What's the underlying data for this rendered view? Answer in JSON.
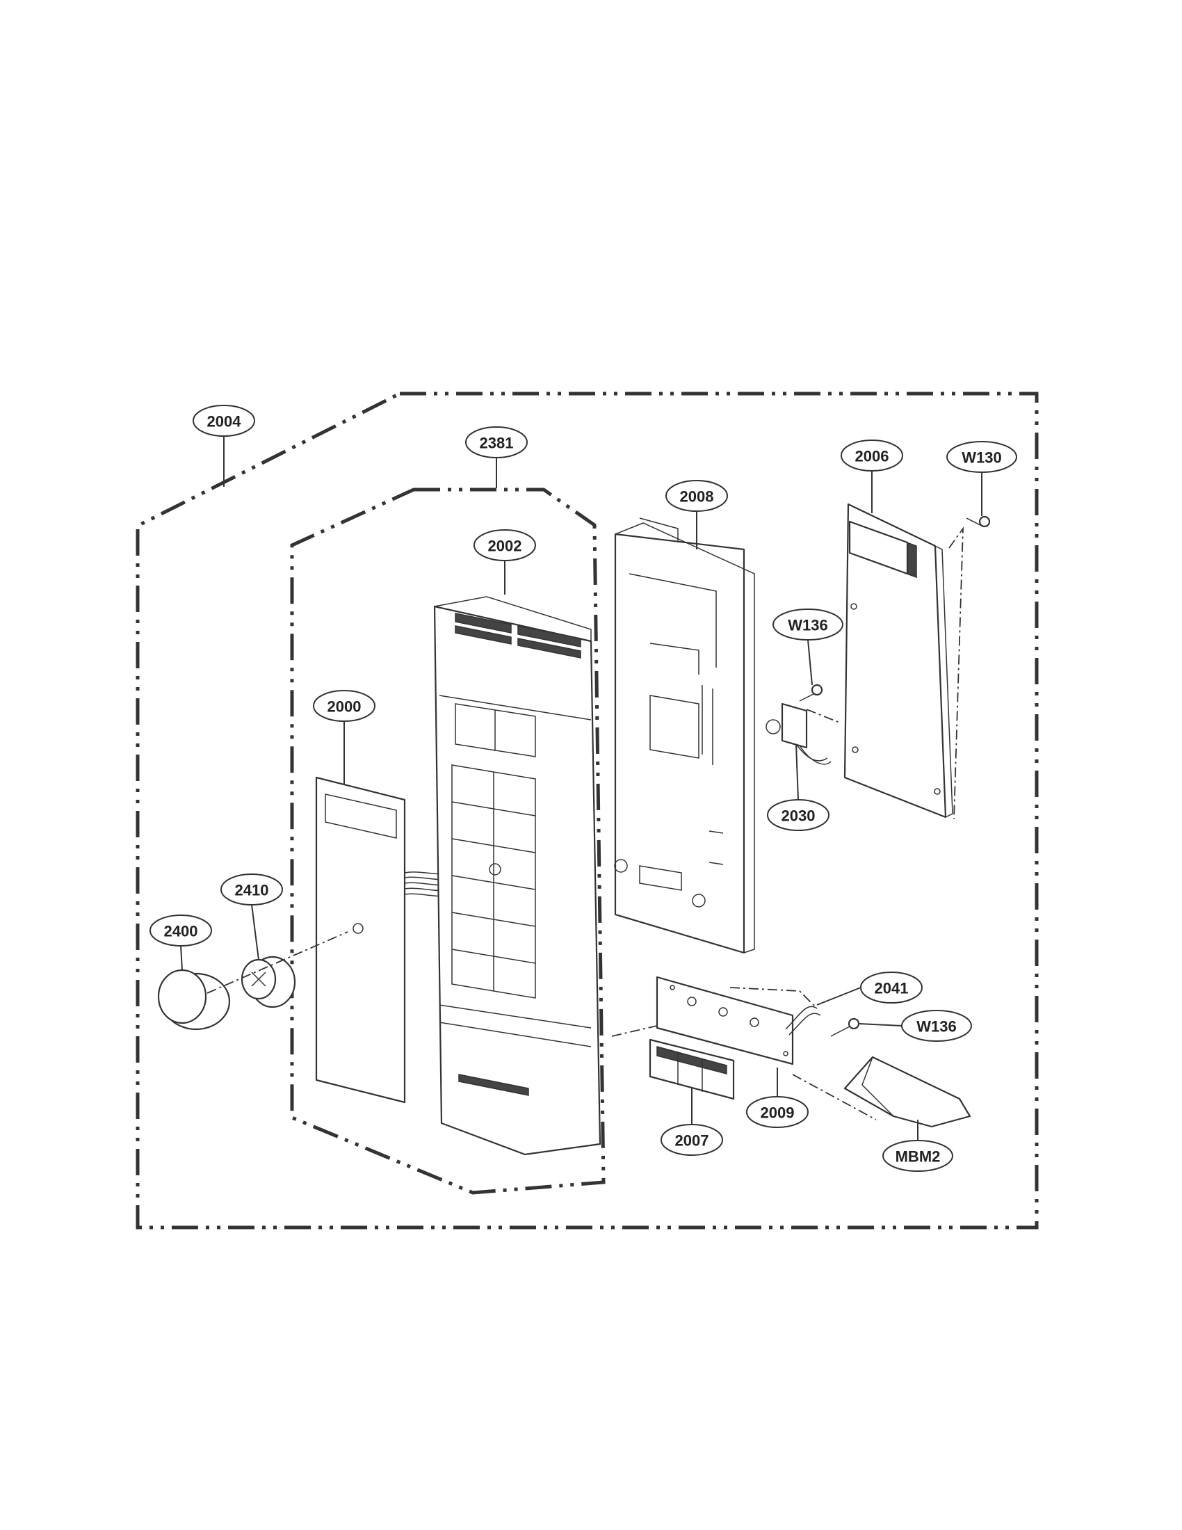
{
  "callouts": {
    "c2004": "2004",
    "c2381": "2381",
    "c2002": "2002",
    "c2008": "2008",
    "c2006": "2006",
    "cW130": "W130",
    "cW136a": "W136",
    "c2000": "2000",
    "c2030": "2030",
    "c2410": "2410",
    "c2400": "2400",
    "c2041": "2041",
    "cW136b": "W136",
    "c2009": "2009",
    "c2007": "2007",
    "cMBM2": "MBM2"
  }
}
